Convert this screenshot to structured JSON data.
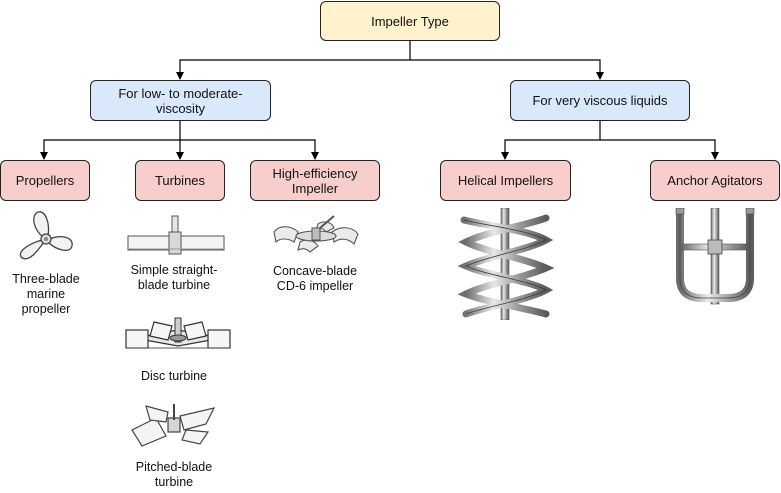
{
  "root": {
    "label": "Impeller Type"
  },
  "categories": {
    "low": {
      "label": "For low- to moderate-viscosity"
    },
    "viscous": {
      "label": "For very viscous liquids"
    }
  },
  "leaves": {
    "propellers": {
      "label": "Propellers"
    },
    "turbines": {
      "label": "Turbines"
    },
    "high_efficiency": {
      "label": "High-efficiency Impeller"
    },
    "helical": {
      "label": "Helical Impellers"
    },
    "anchor": {
      "label": "Anchor Agitators"
    }
  },
  "captions": {
    "marine_propeller": "Three-blade marine propeller",
    "straight_blade": "Simple straight-blade turbine",
    "disc_turbine": "Disc turbine",
    "pitched_blade": "Pitched-blade turbine",
    "cd6": "Concave-blade CD-6 impeller"
  },
  "icons": {
    "marine_propeller": "three-blade-propeller-icon",
    "straight_blade": "straight-blade-turbine-icon",
    "disc_turbine": "disc-turbine-icon",
    "pitched_blade": "pitched-blade-turbine-icon",
    "cd6": "cd6-impeller-icon",
    "helical": "helical-ribbon-impeller-icon",
    "anchor": "anchor-agitator-icon"
  },
  "colors": {
    "root_fill": "#fff2cc",
    "category_fill": "#dae8fc",
    "leaf_fill": "#f8cecc",
    "connector": "#000000"
  }
}
